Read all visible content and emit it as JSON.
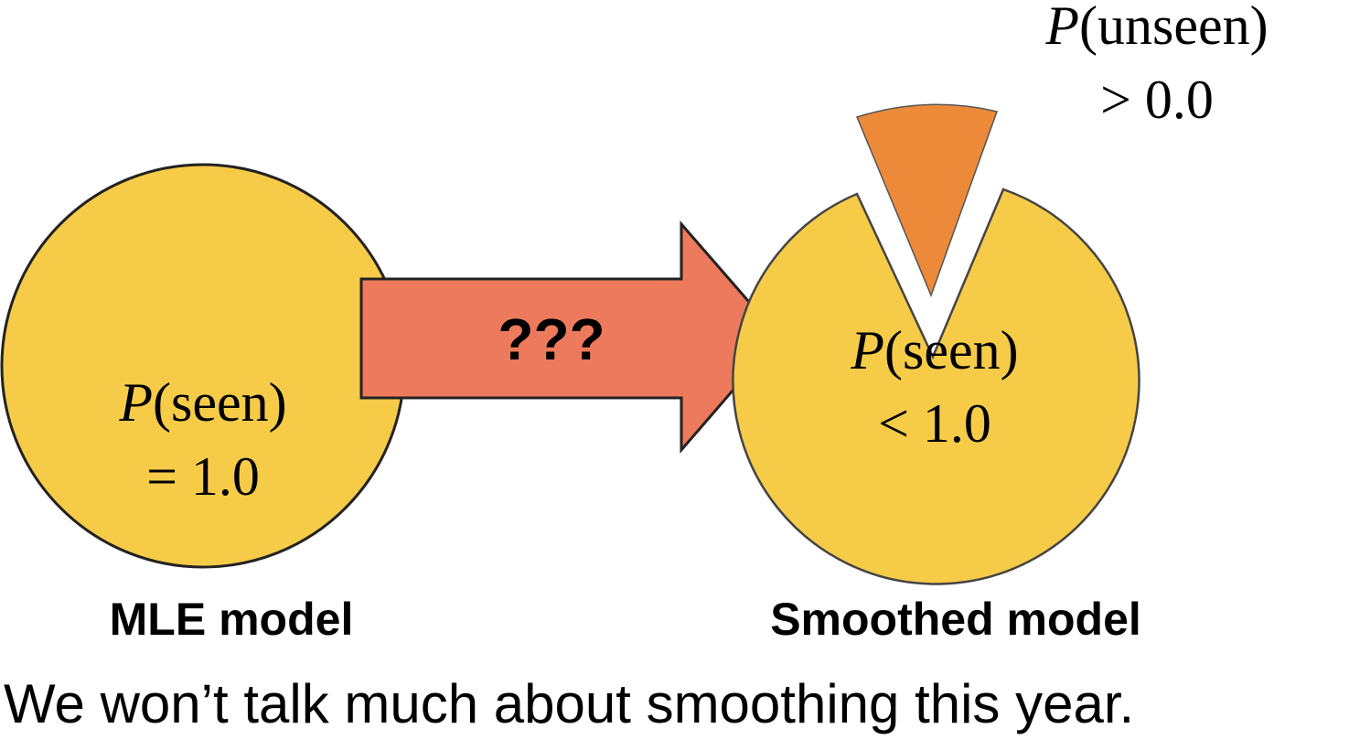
{
  "colors": {
    "pie_fill": "#F6CB48",
    "slice_fill": "#EC8A3A",
    "arrow_fill": "#ED7A5C",
    "outline": "#222222",
    "text": "#000000"
  },
  "mle": {
    "prob_symbol": "P",
    "prob_arg": "(seen)",
    "value": "= 1.0",
    "label": "MLE model"
  },
  "arrow": {
    "label": "???"
  },
  "smoothed": {
    "prob_symbol": "P",
    "prob_arg": "(seen)",
    "value": "< 1.0",
    "label": "Smoothed model"
  },
  "unseen": {
    "prob_symbol": "P",
    "prob_arg": "(unseen)",
    "value": "> 0.0"
  },
  "caption": "We won’t talk much about smoothing this year."
}
